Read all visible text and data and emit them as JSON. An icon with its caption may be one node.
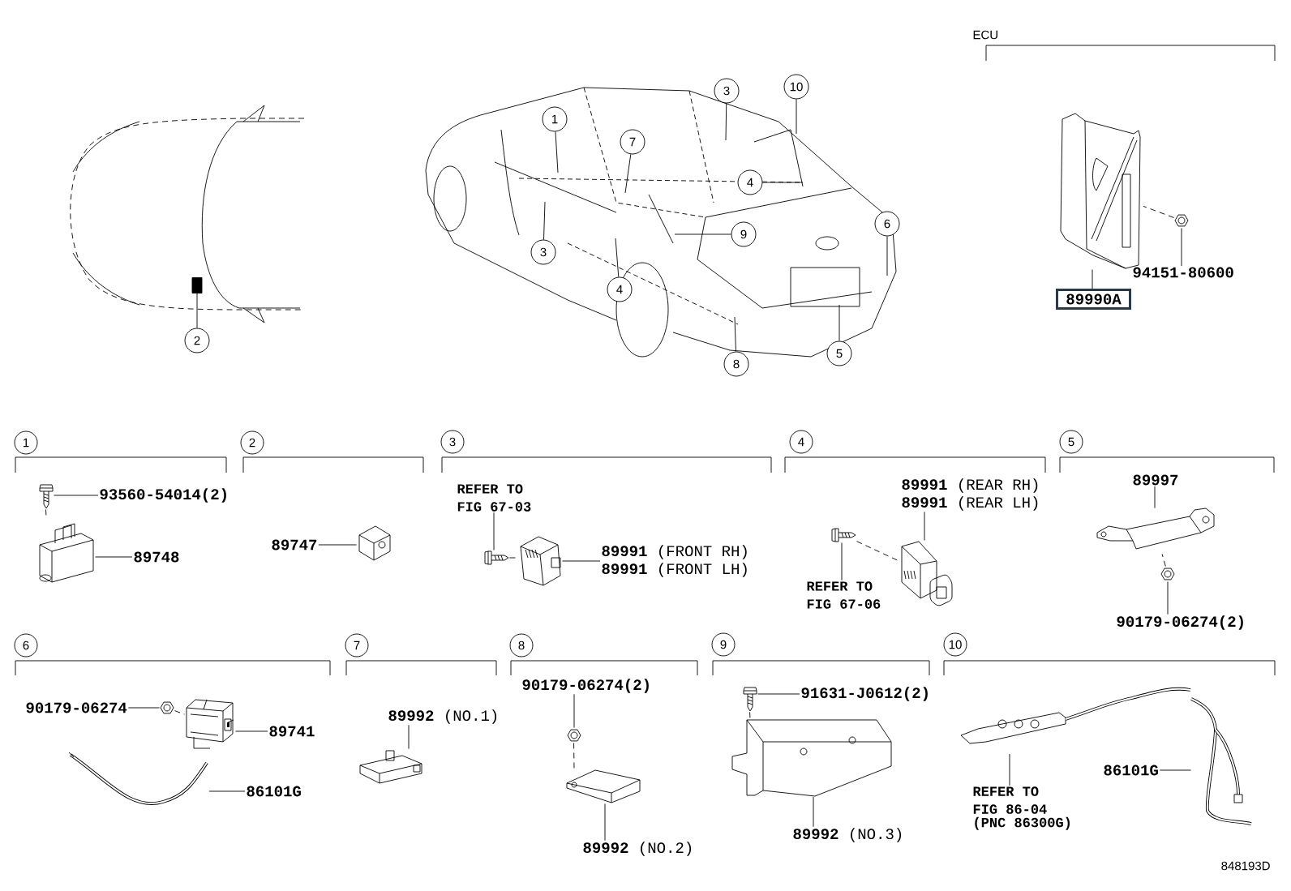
{
  "diagram": {
    "nodes": [
      {
        "text": [
          "2"
        ]
      },
      {
        "text": [
          "10"
        ]
      },
      {
        "text": [
          "3"
        ]
      },
      {
        "text": [
          "1"
        ]
      },
      {
        "text": [
          "7"
        ]
      },
      {
        "text": [
          "4"
        ]
      },
      {
        "text": [
          "6"
        ]
      },
      {
        "text": [
          "9"
        ]
      },
      {
        "text": [
          "3"
        ]
      },
      {
        "text": [
          "4"
        ]
      },
      {
        "text": [
          "5"
        ]
      },
      {
        "text": [
          "8"
        ]
      },
      {
        "text": [],
        "shape": "picture"
      },
      {
        "text": [],
        "shape": "picture"
      },
      {
        "text": [
          "94151-80600"
        ]
      },
      {
        "text": [
          "89990A"
        ]
      },
      {
        "text": [
          "1"
        ]
      },
      {
        "text": [],
        "shape": "picture"
      },
      {
        "text": [
          "93560-54014(2)"
        ]
      },
      {
        "text": [],
        "shape": "picture"
      },
      {
        "text": [
          "89748"
        ]
      },
      {
        "text": [
          "2"
        ]
      },
      {
        "text": [
          "89747"
        ]
      },
      {
        "text": [],
        "shape": "picture"
      },
      {
        "text": [
          "3"
        ]
      },
      {
        "text": [
          "REFER TO FIG 67-03"
        ]
      },
      {
        "text": [],
        "shape": "picture"
      },
      {
        "text": [],
        "shape": "picture"
      },
      {
        "text": [
          "**89991** (FRONT RH)",
          "**89991** (FRONT LH)"
        ]
      },
      {
        "text": [
          "4"
        ]
      },
      {
        "text": [
          "**89991** (REAR RH)",
          "**89991** (REAR LH)"
        ]
      },
      {
        "text": [],
        "shape": "picture"
      },
      {
        "text": [],
        "shape": "picture"
      },
      {
        "text": [
          "REFER TO FIG 67-06"
        ]
      },
      {
        "text": [
          "5"
        ]
      },
      {
        "text": [
          "89997"
        ]
      },
      {
        "text": [],
        "shape": "picture"
      },
      {
        "text": [],
        "shape": "picture"
      },
      {
        "text": [
          "90179-06274(2)"
        ]
      },
      {
        "text": [
          "6"
        ]
      },
      {
        "text": [
          "90179-06274"
        ]
      },
      {
        "text": [],
        "shape": "picture"
      },
      {
        "text": [],
        "shape": "picture"
      },
      {
        "text": [
          "89741"
        ]
      },
      {
        "text": [],
        "shape": "picture"
      },
      {
        "text": [
          "86101G"
        ]
      },
      {
        "text": [
          "7"
        ]
      },
      {
        "text": [
          "**89992** (NO.1)"
        ]
      },
      {
        "text": [],
        "shape": "picture"
      },
      {
        "text": [
          "8"
        ]
      },
      {
        "text": [
          "90179-06274(2)"
        ]
      },
      {
        "text": [],
        "shape": "picture"
      },
      {
        "text": [],
        "shape": "picture"
      },
      {
        "text": [
          "**89992** (NO.2)"
        ]
      },
      {
        "text": [
          "9"
        ]
      },
      {
        "text": [],
        "shape": "picture"
      },
      {
        "text": [
          "91631-J0612(2)"
        ]
      },
      {
        "text": [],
        "shape": "picture"
      },
      {
        "text": [
          "**89992** (NO.3)"
        ]
      },
      {
        "text": [
          "10"
        ]
      },
      {
        "text": [],
        "shape": "picture"
      },
      {
        "text": [],
        "shape": "picture"
      },
      {
        "text": [
          "86101G"
        ]
      },
      {
        "text": [
          "REFER TO FIG 86-04",
          "(PNC 86300G)"
        ]
      },
      {
        "text": [],
        "shape": "box"
      }
    ],
    "edges": [
      {
        "from": 0,
        "to": 64,
        "arrow": "none"
      },
      {
        "from": 1,
        "to": null,
        "arrow": "none"
      },
      {
        "from": 2,
        "to": null,
        "arrow": "none"
      },
      {
        "from": 3,
        "to": null,
        "arrow": "none"
      },
      {
        "from": 4,
        "to": null,
        "arrow": "none"
      },
      {
        "from": 5,
        "to": null,
        "arrow": "none"
      },
      {
        "from": 6,
        "to": null,
        "arrow": "none"
      },
      {
        "from": 7,
        "to": null,
        "arrow": "none"
      },
      {
        "from": 8,
        "to": null,
        "arrow": "none"
      },
      {
        "from": 9,
        "to": null,
        "arrow": "none"
      },
      {
        "from": 10,
        "to": null,
        "arrow": "none"
      },
      {
        "from": 11,
        "to": null,
        "arrow": "none"
      },
      {
        "from": 14,
        "to": 13,
        "arrow": "none"
      },
      {
        "from": 15,
        "to": 12,
        "arrow": "none"
      },
      {
        "from": 13,
        "to": 12,
        "arrow": "none",
        "style": "dashed"
      },
      {
        "from": 18,
        "to": 17,
        "arrow": "none"
      },
      {
        "from": 20,
        "to": 19,
        "arrow": "none"
      },
      {
        "from": 17,
        "to": 19,
        "arrow": "none",
        "style": "dashed"
      },
      {
        "from": 22,
        "to": 23,
        "arrow": "none"
      },
      {
        "from": 25,
        "to": 26,
        "arrow": "none"
      },
      {
        "from": 28,
        "to": 27,
        "arrow": "none"
      },
      {
        "from": 26,
        "to": 27,
        "arrow": "none",
        "style": "dashed"
      },
      {
        "from": 33,
        "to": 31,
        "arrow": "none"
      },
      {
        "from": 30,
        "to": 32,
        "arrow": "none"
      },
      {
        "from": 31,
        "to": 32,
        "arrow": "none",
        "style": "dashed"
      },
      {
        "from": 35,
        "to": 36,
        "arrow": "none"
      },
      {
        "from": 38,
        "to": 37,
        "arrow": "none"
      },
      {
        "from": 37,
        "to": 36,
        "arrow": "none",
        "style": "dashed"
      },
      {
        "from": 40,
        "to": 41,
        "arrow": "none"
      },
      {
        "from": 43,
        "to": 42,
        "arrow": "none"
      },
      {
        "from": 45,
        "to": 44,
        "arrow": "none"
      },
      {
        "from": 41,
        "to": 42,
        "arrow": "none",
        "style": "dashed"
      },
      {
        "from": 47,
        "to": 48,
        "arrow": "none"
      },
      {
        "from": 50,
        "to": 51,
        "arrow": "none"
      },
      {
        "from": 53,
        "to": 52,
        "arrow": "none"
      },
      {
        "from": 51,
        "to": 52,
        "arrow": "none",
        "style": "dashed"
      },
      {
        "from": 56,
        "to": 55,
        "arrow": "none"
      },
      {
        "from": 58,
        "to": 57,
        "arrow": "none"
      },
      {
        "from": 55,
        "to": 57,
        "arrow": "none",
        "style": "dashed"
      },
      {
        "from": 63,
        "to": 60,
        "arrow": "none"
      },
      {
        "from": 62,
        "to": 61,
        "arrow": "none"
      }
    ],
    "labels": [
      "ECU",
      "848193D"
    ]
  }
}
